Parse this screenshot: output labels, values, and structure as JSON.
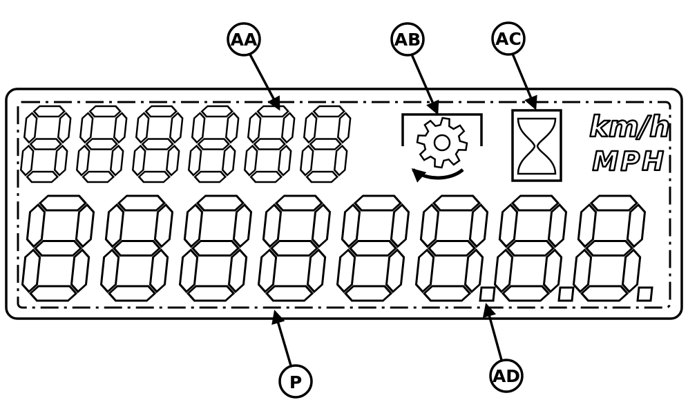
{
  "diagram": {
    "type": "lcd-instrument-display-diagram",
    "display": {
      "top_row": {
        "digits": "888888"
      },
      "bottom_row": {
        "digits": "88888888",
        "decimal_after": [
          6,
          7,
          8
        ]
      },
      "units": {
        "metric": "km/h",
        "imperial": "MPH"
      }
    },
    "icons": {
      "gear": "service-reminder-gear-icon",
      "hourglass": "hourglass-icon"
    },
    "callouts": [
      {
        "label": "AA",
        "target": "top-digit-row"
      },
      {
        "label": "AB",
        "target": "service-gear-icon"
      },
      {
        "label": "AC",
        "target": "hourglass-icon"
      },
      {
        "label": "P",
        "target": "display-border"
      },
      {
        "label": "AD",
        "target": "decimal-point"
      }
    ],
    "colors": {
      "line": "#000000",
      "background": "#ffffff"
    }
  }
}
